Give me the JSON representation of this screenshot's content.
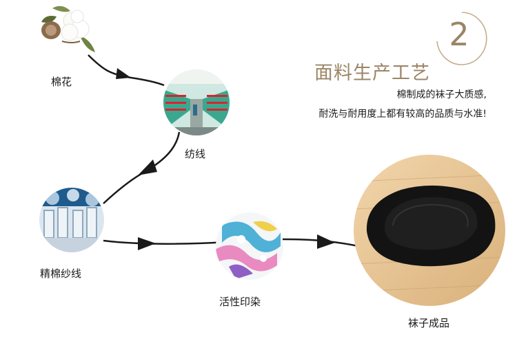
{
  "section_number": "2",
  "section_title": "面料生产工艺",
  "description_lines": [
    "棉制成的袜子大质感,",
    "耐洗与耐用度上都有较高的品质与水准!"
  ],
  "process_steps": [
    {
      "label": "棉花",
      "image": "cotton-boll-photo"
    },
    {
      "label": "纺线",
      "image": "spinning-mill-photo"
    },
    {
      "label": "精棉纱线",
      "image": "yarn-machinery-photo"
    },
    {
      "label": "活性印染",
      "image": "reactive-dyeing-photo"
    },
    {
      "label": "袜子成品",
      "image": "finished-black-sock-photo"
    }
  ],
  "colors": {
    "accent_gold": "#9b8566",
    "arrow": "#1a1a1a",
    "wood_table": "#e8c79a"
  }
}
